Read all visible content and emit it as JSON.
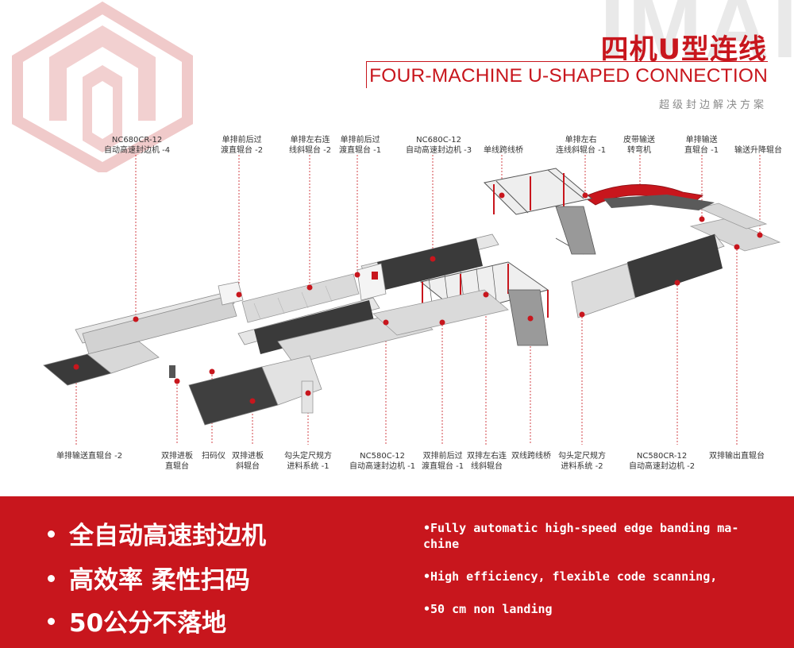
{
  "header": {
    "watermark": "IMAI",
    "title_cn": "四机U型连线",
    "title_en": "FOUR-MACHINE U-SHAPED CONNECTION",
    "subtitle": "超级封边解决方案"
  },
  "labels_top": [
    {
      "line1": "NC680CR-12",
      "line2": "自动高速封边机 -4"
    },
    {
      "line1": "单排前后过",
      "line2": "渡直辊台 -2"
    },
    {
      "line1": "单排左右连",
      "line2": "线斜辊台 -2"
    },
    {
      "line1": "单排前后过",
      "line2": "渡直辊台 -1"
    },
    {
      "line1": "NC680C-12",
      "line2": "自动高速封边机 -3"
    },
    {
      "line1": "单线跨线桥",
      "line2": ""
    },
    {
      "line1": "单排左右",
      "line2": "连线斜辊台 -1"
    },
    {
      "line1": "皮带输送",
      "line2": "转弯机"
    },
    {
      "line1": "单排输送",
      "line2": "直辊台 -1"
    },
    {
      "line1": "输送升降辊台",
      "line2": ""
    }
  ],
  "labels_bottom": [
    {
      "line1": "单排输送直辊台 -2",
      "line2": ""
    },
    {
      "line1": "双排进板",
      "line2": "直辊台"
    },
    {
      "line1": "扫码仪",
      "line2": ""
    },
    {
      "line1": "双排进板",
      "line2": "斜辊台"
    },
    {
      "line1": "勾头定尺规方",
      "line2": "进料系统 -1"
    },
    {
      "line1": "NC580C-12",
      "line2": "自动高速封边机 -1"
    },
    {
      "line1": "双排前后过",
      "line2": "渡直辊台 -1"
    },
    {
      "line1": "双排左右连",
      "line2": "线斜辊台"
    },
    {
      "line1": "双线跨线桥",
      "line2": ""
    },
    {
      "line1": "勾头定尺规方",
      "line2": "进料系统 -2"
    },
    {
      "line1": "NC580CR-12",
      "line2": "自动高速封边机 -2"
    },
    {
      "line1": "双排输出直辊台",
      "line2": ""
    }
  ],
  "features_cn": [
    "全自动高速封边机",
    "高效率 柔性扫码",
    "50公分不落地"
  ],
  "features_en": [
    "•Fully automatic high-speed edge banding ma-chine",
    "•High efficiency, flexible code scanning,",
    "•50 cm non landing"
  ],
  "colors": {
    "brand_red": "#c8161d",
    "machine_dark": "#3a3a3a",
    "frame_gray": "#cfcfcf"
  }
}
